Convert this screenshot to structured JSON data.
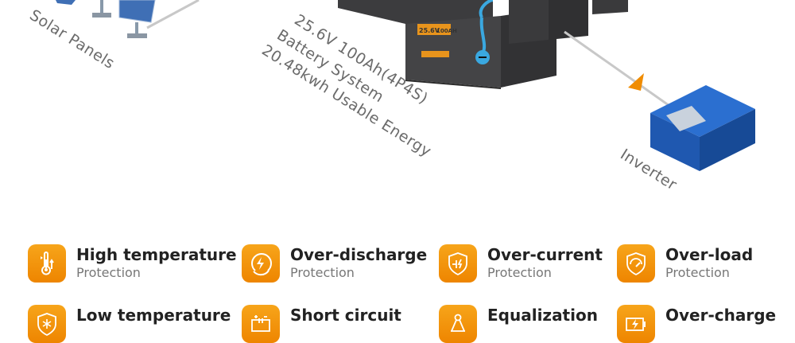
{
  "diagram": {
    "solar_label": "Solar Panels",
    "battery_spec_lines": [
      "25.6V 100Ah(4P4S)",
      "Battery System",
      "20.48kwh Usable Energy"
    ],
    "battery_label_voltage": "25.6V",
    "battery_label_capacity": "100AH",
    "inverter_label": "Inverter",
    "colors": {
      "battery": "#3c3c3e",
      "cable": "#3aa8e0",
      "inverter": "#1f5bb5",
      "accent": "#f08c00"
    }
  },
  "features": [
    {
      "title": "High temperature",
      "subtitle": "Protection",
      "icon": "thermometer-icon"
    },
    {
      "title": "Over-discharge",
      "subtitle": "Protection",
      "icon": "lightning-circle-icon"
    },
    {
      "title": "Over-current",
      "subtitle": "Protection",
      "icon": "shield-current-icon"
    },
    {
      "title": "Over-load",
      "subtitle": "Protection",
      "icon": "shield-gauge-icon"
    },
    {
      "title": "Low temperature",
      "subtitle": "",
      "icon": "shield-snowflake-icon"
    },
    {
      "title": "Short circuit",
      "subtitle": "",
      "icon": "battery-terminals-icon"
    },
    {
      "title": "Equalization",
      "subtitle": "",
      "icon": "balance-icon"
    },
    {
      "title": "Over-charge",
      "subtitle": "",
      "icon": "battery-charge-icon"
    }
  ]
}
